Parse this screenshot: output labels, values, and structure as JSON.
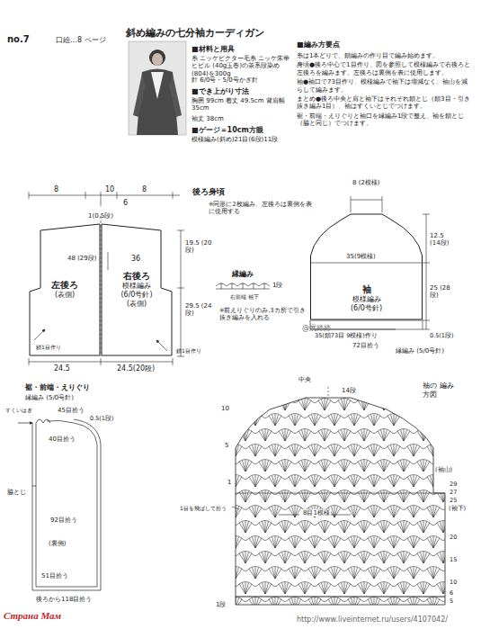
{
  "diagram": {
    "title": "斜め編みの七分袖カーディガン",
    "nodes": [
      {
        "text": [
          "左後ろ",
          "(表側)"
        ]
      },
      {
        "text": [
          "右後ろ",
          "模様編み",
          "(6/0号針)",
          "(表側)"
        ]
      },
      {
        "text": [
          "袖",
          "模様編み",
          "(6/0号針)"
        ]
      }
    ],
    "labels": [
      "no.7",
      "口絵…8 ページ",
      "■材料と用具",
      "糸 ニッケビクター毛糸 ニッケ朱華ヒビル (40g玉巻)の茶系段染め(804)を300g",
      "針 6/0号・5/0号かぎ針",
      "■でき上がり寸法",
      "胸囲 99cm 着丈 49.5cm 背肩幅 35cm",
      "袖丈 38cm",
      "■ゲージ＝10cm方眼",
      "模様編み(斜め)21目(6段)11段",
      "■編み方要点",
      "糸は1本どりで、鎖編みの作り目で編み始めます。",
      "身頃●後ろ中心で1目作り、図を参照して模様編みで右後ろと左後ろを編みます。左後ろは裏側を表に使用します。",
      "袖●袖口で73目作り、模様編みで袖下は増減なく、袖山を減らして編みます。",
      "まとめ●後ろ中央と肩と袖下はそれぞれ鎖とじ（鎖3目・引き抜き編み1目）、袖はすくいとじでつけます。",
      "裾・前端・えりぐりと袖口を縁編み1段で整え、袖を鎖とじ（脇と同じ）でつけます。",
      "8",
      "10",
      "6",
      "8",
      "1(0.5段)",
      "36",
      "48 (29段)",
      "19.5 (20段)",
      "29.5 (24段)",
      "鎖1目作り",
      "鎖1目作り",
      "24.5",
      "24.5(20段)",
      "後ろ身頃",
      "※同形に2枚編み、左後ろは裏側を表に使用する",
      "縁編み",
      "1段",
      "右前端 袖下",
      "※前えりぐりのみ,3カ所で引き抜き編みを入れる",
      "@展婷婷",
      "8 (2模様)",
      "12.5 (14段)",
      "25 (28段)",
      "35(9模様)",
      "35(鎖73目 9模様)作り",
      "72目拾う",
      "0.5(1段)",
      "縁編み (5/0号針)",
      "裾・前端・えりぐり",
      "縁編み (5/0号針)",
      "すくいはぎ",
      "45目拾う",
      "0.5(1段)",
      "40目拾う",
      "脇とじ",
      "92目拾う",
      "(裏側)",
      "51目拾う",
      "後ろから118目拾う",
      "中央",
      "14段",
      "袖の 編み方図",
      "10",
      "5",
      "1",
      "(袖山)",
      "29",
      "27",
      "25",
      "(袖下)",
      "20",
      "15",
      "10",
      "6",
      "5",
      "1目を飛ばして拾う",
      "8目1模様",
      "1段",
      "Страна Мам",
      "http://www.liveinternet.ru/users/4107042/"
    ]
  }
}
